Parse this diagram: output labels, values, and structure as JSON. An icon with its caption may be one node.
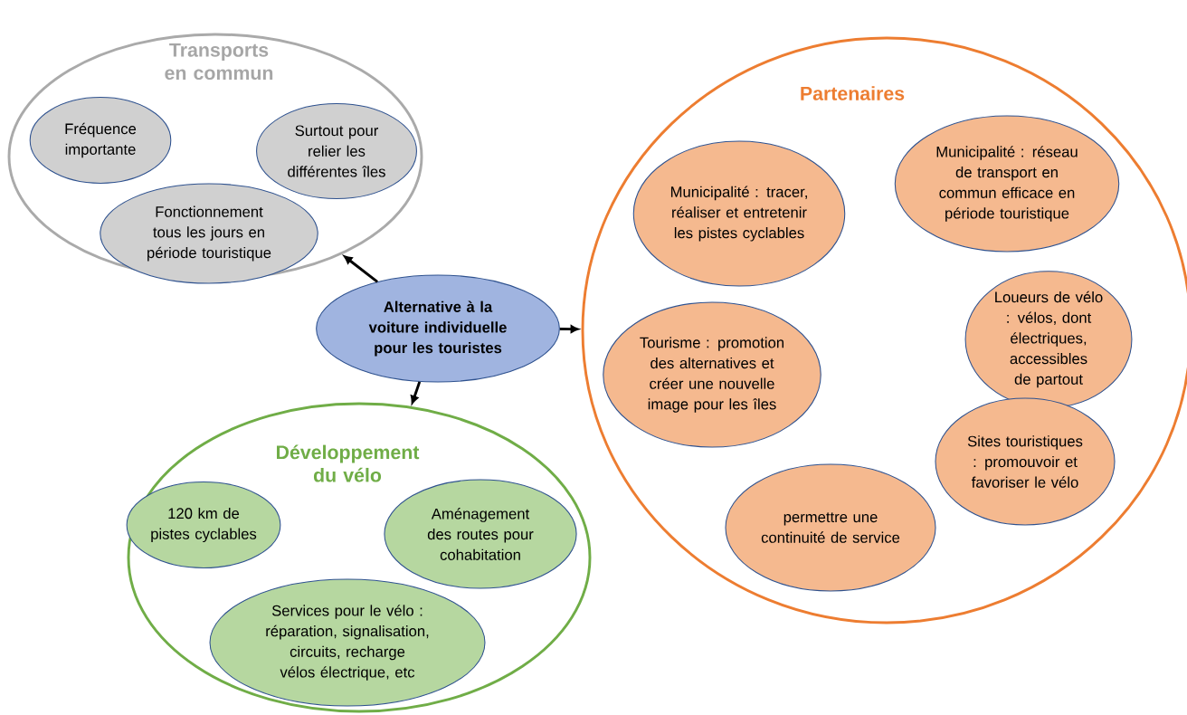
{
  "diagram": {
    "nodes": [
      {
        "text": [
          "Transports en commun"
        ]
      },
      {
        "text": [
          "Fréquence importante"
        ],
        "in": 0
      },
      {
        "text": [
          "Surtout pour relier les différentes îles"
        ],
        "in": 0
      },
      {
        "text": [
          "Fonctionnement tous les jours en période touristique"
        ],
        "in": 0
      },
      {
        "text": [
          "Alternative à la voiture individuelle pour les touristes"
        ]
      },
      {
        "text": [
          "Partenaires"
        ]
      },
      {
        "text": [
          "Municipalité : réseau de transport en commun efficace en période touristique"
        ],
        "in": 5
      },
      {
        "text": [
          "Municipalité : tracer, réaliser et entretenir les pistes cyclables"
        ],
        "in": 5
      },
      {
        "text": [
          "Loueurs de vélo : vélos, dont électriques, accessibles de partout"
        ],
        "in": 5
      },
      {
        "text": [
          "Tourisme : promotion des alternatives et créer une nouvelle image pour les îles"
        ],
        "in": 5
      },
      {
        "text": [
          "Sites touristiques : promouvoir et favoriser le vélo"
        ],
        "in": 5
      },
      {
        "text": [
          "permettre une continuité de service"
        ],
        "in": 5
      },
      {
        "text": [
          "Développement du vélo"
        ]
      },
      {
        "text": [
          "120 km de pistes cyclables"
        ],
        "in": 12
      },
      {
        "text": [
          "Aménagement des routes pour cohabitation"
        ],
        "in": 12
      },
      {
        "text": [
          "Services pour le vélo : réparation, signalisation, circuits, recharge vélos électrique, etc"
        ],
        "in": 12
      }
    ],
    "edges": [
      {
        "from": 4,
        "to": 0,
        "arrow": "to"
      },
      {
        "from": 4,
        "to": 5,
        "arrow": "to"
      },
      {
        "from": 4,
        "to": 12,
        "arrow": "to"
      }
    ]
  }
}
